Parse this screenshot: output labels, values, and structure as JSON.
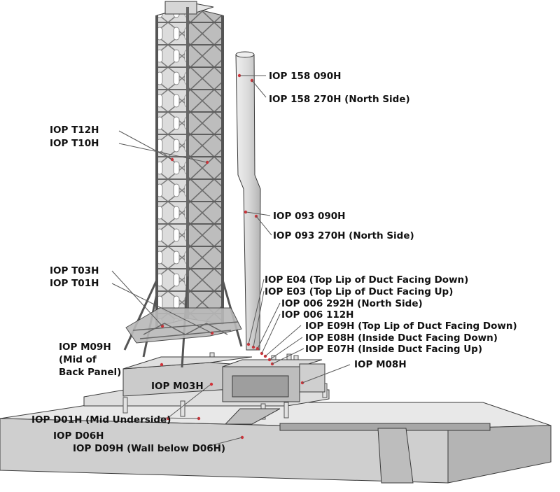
{
  "labels": {
    "iop_158_090h": "IOP 158 090H",
    "iop_158_270h": "IOP 158 270H (North Side)",
    "iop_t12h": "IOP T12H",
    "iop_t10h": "IOP T10H",
    "iop_093_090h": "IOP 093 090H",
    "iop_093_270h": "IOP 093 270H (North Side)",
    "iop_t03h": "IOP T03H",
    "iop_t01h": "IOP T01H",
    "iop_e04": "IOP E04 (Top Lip of Duct Facing Down)",
    "iop_e03": "IOP E03 (Top Lip of Duct Facing Up)",
    "iop_006_292h": "IOP 006 292H (North Side)",
    "iop_006_112h": "IOP 006 112H",
    "iop_e09h": "IOP E09H (Top Lip of Duct Facing Down)",
    "iop_e08h": "IOP E08H (Inside Duct Facing Down)",
    "iop_e07h": "IOP E07H (Inside Duct Facing Up)",
    "iop_m09h_line1": "IOP M09H",
    "iop_m09h_line2": "(Mid of",
    "iop_m09h_line3": "Back Panel)",
    "iop_m08h": "IOP M08H",
    "iop_m03h": "IOP M03H",
    "iop_d01h": "IOP D01H (Mid Underside)",
    "iop_d06h": "IOP D06H",
    "iop_d09h": "IOP D09H (Wall below D06H)"
  },
  "colors": {
    "sensor": "#d0343a",
    "structure_light": "#e4e4e4",
    "structure_mid": "#c8c8c8",
    "structure_dark": "#9a9a9a"
  }
}
